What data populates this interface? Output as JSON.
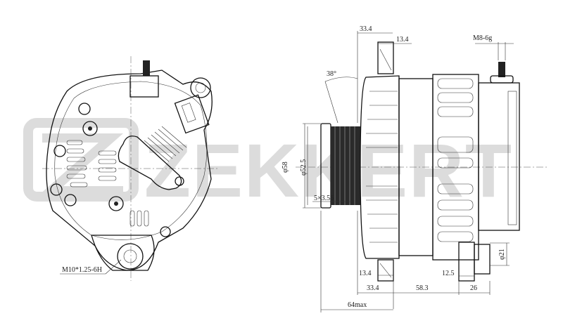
{
  "watermark": {
    "brand": "ZEKKERT",
    "color": "#dcdcdc"
  },
  "front_view": {
    "thread_label": "M10*1.25-6H"
  },
  "side_view": {
    "angle_label": "38°",
    "top_dims": {
      "overall_to_mount": "33.4",
      "mount_width": "13.4",
      "terminal_thread": "M8-6g"
    },
    "pulley_dims": {
      "outer_diameter": "φ58",
      "inner_diameter": "φ52.5",
      "grooves": "5×3.56"
    },
    "bottom_dims": {
      "front_mount_width": "13.4",
      "rear_mount_width": "12.5",
      "front_section": "33.4",
      "body_section": "58.3",
      "rear_section": "26",
      "pulley_max": "64max",
      "rear_bushing_diameter": "φ21"
    }
  },
  "colors": {
    "line": "#111111",
    "dimension_text": "#222222",
    "background": "#ffffff"
  }
}
